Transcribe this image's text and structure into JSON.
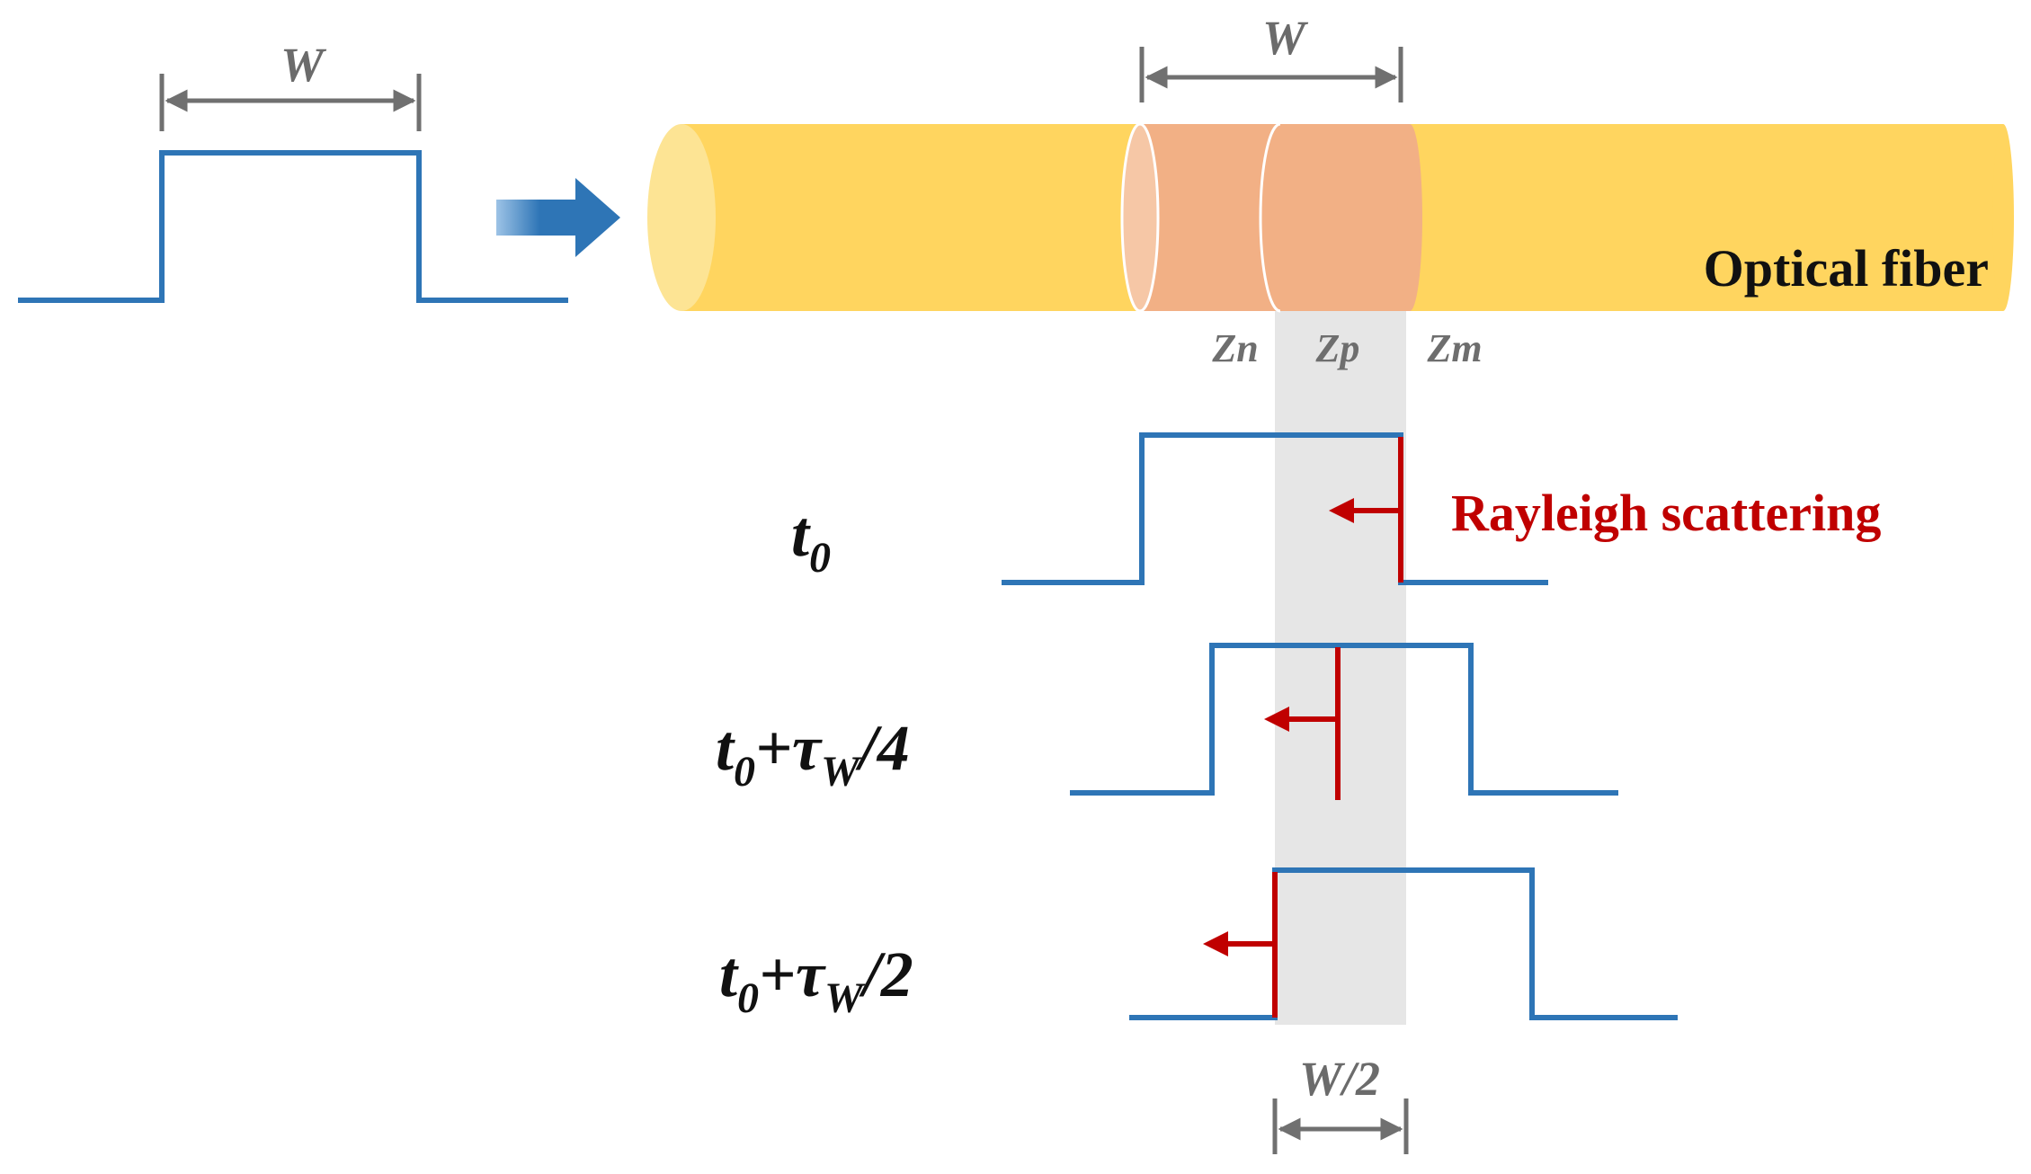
{
  "input_pulse": {
    "width_label": "W"
  },
  "fiber": {
    "label": "Optical fiber",
    "segment_width_label": "W",
    "positions": [
      "Zn",
      "Zp",
      "Zm"
    ],
    "colors": {
      "fiber": "#ffd55f",
      "fiber_end": "#fde494",
      "segment": "#f2b085",
      "region": "#e6e6e6"
    }
  },
  "scattering_label": "Rayleigh scattering",
  "time_steps": [
    {
      "base": "t",
      "sub": "0",
      "extra": ""
    },
    {
      "base": "t",
      "sub": "0",
      "extra": "+τ",
      "extra_sub": "W",
      "suffix": "/4"
    },
    {
      "base": "t",
      "sub": "0",
      "extra": "+τ",
      "extra_sub": "W",
      "suffix": "/2"
    }
  ],
  "region_width_label": "W/2",
  "colors": {
    "pulse": "#2e75b6",
    "scatter": "#c00000",
    "dimension": "#707070",
    "arrow": "#2e75b6"
  }
}
